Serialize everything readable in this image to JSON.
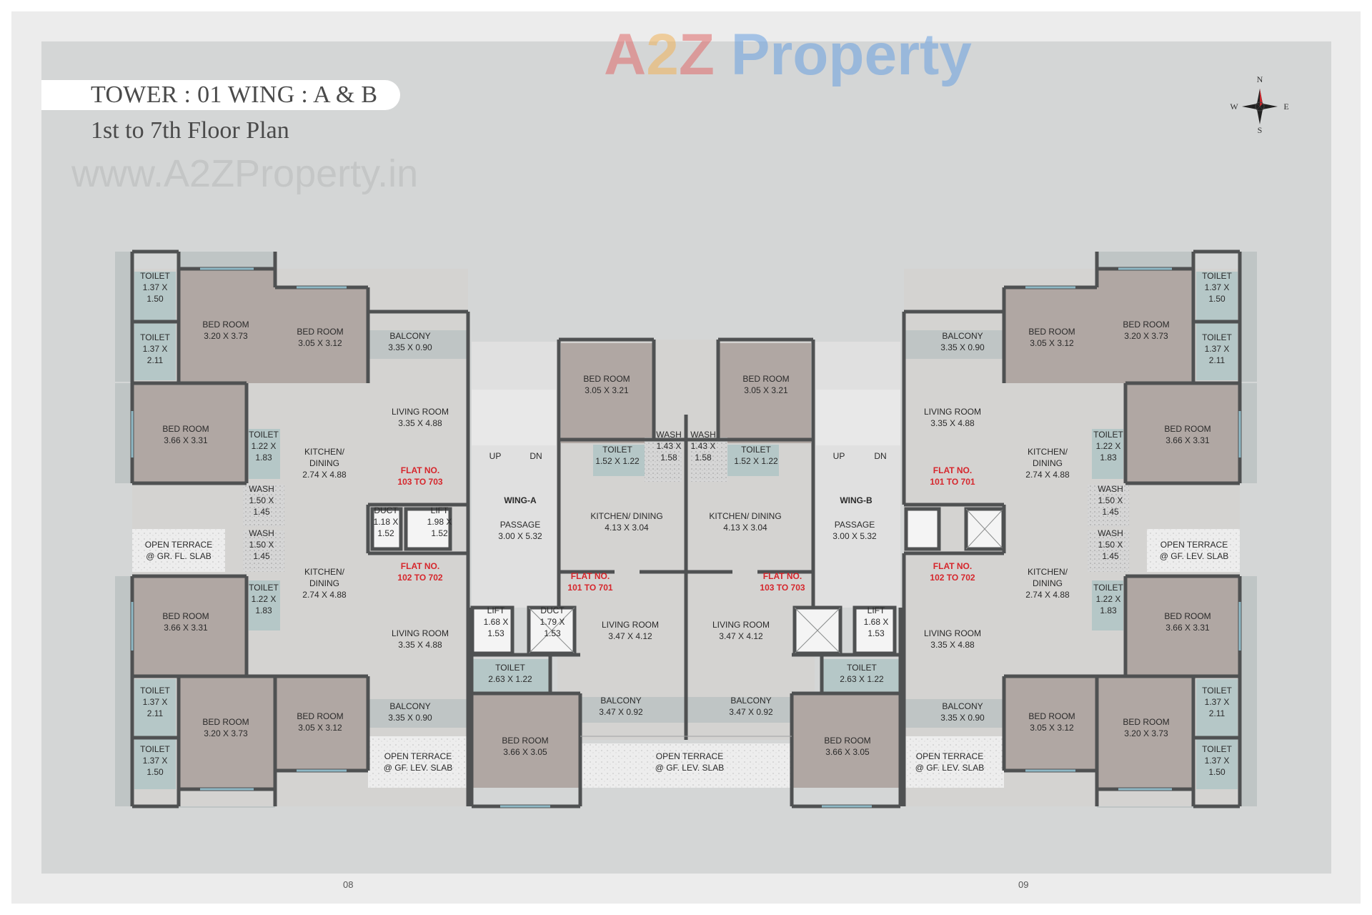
{
  "title": {
    "tower": "TOWER : 01 WING : A & B",
    "floor": "1st to 7th Floor Plan"
  },
  "watermark": {
    "url": "www.A2ZProperty.in",
    "logo": [
      "A",
      "2",
      "Z ",
      "Property"
    ]
  },
  "compass": {
    "n": "N",
    "s": "S",
    "e": "E",
    "w": "W"
  },
  "page_numbers": {
    "left": "08",
    "right": "09"
  },
  "colors": {
    "room": "#b0a7a3",
    "wet": "#b5c7c7",
    "wall": "#4f5152",
    "floor": "#d4d3d1",
    "flat_label": "#d6262c"
  },
  "wings": {
    "a": "WING-A",
    "b": "WING-B"
  },
  "stairs": {
    "up": "UP",
    "dn": "DN"
  },
  "rooms": [
    {
      "id": "A1",
      "lines": [
        "TOILET",
        "1.37 X",
        "1.50"
      ]
    },
    {
      "id": "A2",
      "lines": [
        "TOILET",
        "1.37 X",
        "2.11"
      ]
    },
    {
      "id": "A3",
      "lines": [
        "BED ROOM",
        "3.20 X 3.73"
      ]
    },
    {
      "id": "A4",
      "lines": [
        "BED ROOM",
        "3.05 X 3.12"
      ]
    },
    {
      "id": "A5",
      "lines": [
        "BALCONY",
        "3.35 X 0.90"
      ]
    },
    {
      "id": "A6",
      "lines": [
        "LIVING ROOM",
        "3.35 X 4.88"
      ]
    },
    {
      "id": "A7",
      "lines": [
        "BED ROOM",
        "3.66 X 3.31"
      ]
    },
    {
      "id": "A8",
      "lines": [
        "TOILET",
        "1.22 X",
        "1.83"
      ]
    },
    {
      "id": "A9",
      "lines": [
        "KITCHEN/",
        "DINING",
        "2.74 X 4.88"
      ]
    },
    {
      "id": "A10",
      "lines": [
        "WASH",
        "1.50 X",
        "1.45"
      ]
    },
    {
      "id": "A11",
      "lines": [
        "WASH",
        "1.50 X",
        "1.45"
      ]
    },
    {
      "id": "A12",
      "lines": [
        "OPEN TERRACE",
        "@ GR. FL. SLAB"
      ]
    },
    {
      "id": "A13",
      "lines": [
        "DUCT",
        "1.18 X",
        "1.52"
      ]
    },
    {
      "id": "A14",
      "lines": [
        "LIFT",
        "1.98 X",
        "1.52"
      ]
    },
    {
      "id": "A15",
      "lines": [
        "KITCHEN/",
        "DINING",
        "2.74 X 4.88"
      ]
    },
    {
      "id": "A16",
      "lines": [
        "BED ROOM",
        "3.66 X 3.31"
      ]
    },
    {
      "id": "A17",
      "lines": [
        "TOILET",
        "1.22 X",
        "1.83"
      ]
    },
    {
      "id": "A18",
      "lines": [
        "LIVING ROOM",
        "3.35 X 4.88"
      ]
    },
    {
      "id": "A19",
      "lines": [
        "TOILET",
        "1.37 X",
        "2.11"
      ]
    },
    {
      "id": "A20",
      "lines": [
        "TOILET",
        "1.37 X",
        "1.50"
      ]
    },
    {
      "id": "A21",
      "lines": [
        "BED ROOM",
        "3.20 X 3.73"
      ]
    },
    {
      "id": "A22",
      "lines": [
        "BED ROOM",
        "3.05 X 3.12"
      ]
    },
    {
      "id": "A23",
      "lines": [
        "BALCONY",
        "3.35 X 0.90"
      ]
    },
    {
      "id": "A24",
      "lines": [
        "OPEN TERRACE",
        "@ GF. LEV. SLAB"
      ]
    },
    {
      "id": "C1",
      "lines": [
        "PASSAGE",
        "3.00 X 5.32"
      ]
    },
    {
      "id": "C2",
      "lines": [
        "BED ROOM",
        "3.05 X 3.21"
      ]
    },
    {
      "id": "C3",
      "lines": [
        "TOILET",
        "1.52 X 1.22"
      ]
    },
    {
      "id": "C4",
      "lines": [
        "WASH",
        "1.43 X",
        "1.58"
      ]
    },
    {
      "id": "C5",
      "lines": [
        "KITCHEN/ DINING",
        "4.13 X 3.04"
      ]
    },
    {
      "id": "C6",
      "lines": [
        "LIVING ROOM",
        "3.47 X 4.12"
      ]
    },
    {
      "id": "C7",
      "lines": [
        "LIFT",
        "1.68 X",
        "1.53"
      ]
    },
    {
      "id": "C8",
      "lines": [
        "DUCT",
        "1.79 X",
        "1.53"
      ]
    },
    {
      "id": "C9",
      "lines": [
        "TOILET",
        "2.63 X 1.22"
      ]
    },
    {
      "id": "C10",
      "lines": [
        "BED ROOM",
        "3.66 X 3.05"
      ]
    },
    {
      "id": "C11",
      "lines": [
        "BALCONY",
        "3.47 X 0.92"
      ]
    },
    {
      "id": "C12",
      "lines": [
        "OPEN TERRACE",
        "@ GF. LEV. SLAB"
      ]
    },
    {
      "id": "D1",
      "lines": [
        "BED ROOM",
        "3.05 X 3.21"
      ]
    },
    {
      "id": "D2",
      "lines": [
        "WASH",
        "1.43 X",
        "1.58"
      ]
    },
    {
      "id": "D3",
      "lines": [
        "TOILET",
        "1.52 X 1.22"
      ]
    },
    {
      "id": "D4",
      "lines": [
        "KITCHEN/ DINING",
        "4.13 X 3.04"
      ]
    },
    {
      "id": "D5",
      "lines": [
        "LIVING ROOM",
        "3.47 X 4.12"
      ]
    },
    {
      "id": "D6",
      "lines": [
        "BALCONY",
        "3.47 X 0.92"
      ]
    },
    {
      "id": "D7",
      "lines": [
        "PASSAGE",
        "3.00 X 5.32"
      ]
    },
    {
      "id": "D8",
      "lines": [
        "LIFT",
        "1.68 X",
        "1.53"
      ]
    },
    {
      "id": "D9",
      "lines": [
        "TOILET",
        "2.63 X 1.22"
      ]
    },
    {
      "id": "D10",
      "lines": [
        "BED ROOM",
        "3.66 X 3.05"
      ]
    },
    {
      "id": "B1",
      "lines": [
        "TOILET",
        "1.37 X",
        "1.50"
      ]
    },
    {
      "id": "B2",
      "lines": [
        "TOILET",
        "1.37 X",
        "2.11"
      ]
    },
    {
      "id": "B3",
      "lines": [
        "BED ROOM",
        "3.20 X 3.73"
      ]
    },
    {
      "id": "B4",
      "lines": [
        "BED ROOM",
        "3.05 X 3.12"
      ]
    },
    {
      "id": "B5",
      "lines": [
        "BALCONY",
        "3.35 X 0.90"
      ]
    },
    {
      "id": "B6",
      "lines": [
        "LIVING ROOM",
        "3.35 X 4.88"
      ]
    },
    {
      "id": "B7",
      "lines": [
        "BED ROOM",
        "3.66 X 3.31"
      ]
    },
    {
      "id": "B8",
      "lines": [
        "TOILET",
        "1.22 X",
        "1.83"
      ]
    },
    {
      "id": "B9",
      "lines": [
        "KITCHEN/",
        "DINING",
        "2.74 X 4.88"
      ]
    },
    {
      "id": "B10",
      "lines": [
        "WASH",
        "1.50 X",
        "1.45"
      ]
    },
    {
      "id": "B11",
      "lines": [
        "WASH",
        "1.50 X",
        "1.45"
      ]
    },
    {
      "id": "B12",
      "lines": [
        "OPEN TERRACE",
        "@ GF. LEV. SLAB"
      ]
    },
    {
      "id": "B13",
      "lines": [
        "KITCHEN/",
        "DINING",
        "2.74 X 4.88"
      ]
    },
    {
      "id": "B14",
      "lines": [
        "BED ROOM",
        "3.66 X 3.31"
      ]
    },
    {
      "id": "B15",
      "lines": [
        "TOILET",
        "1.22 X",
        "1.83"
      ]
    },
    {
      "id": "B16",
      "lines": [
        "LIVING ROOM",
        "3.35 X 4.88"
      ]
    },
    {
      "id": "B17",
      "lines": [
        "TOILET",
        "1.37 X",
        "2.11"
      ]
    },
    {
      "id": "B18",
      "lines": [
        "TOILET",
        "1.37 X",
        "1.50"
      ]
    },
    {
      "id": "B19",
      "lines": [
        "BED ROOM",
        "3.20 X 3.73"
      ]
    },
    {
      "id": "B20",
      "lines": [
        "BED ROOM",
        "3.05 X 3.12"
      ]
    },
    {
      "id": "B21",
      "lines": [
        "BALCONY",
        "3.35 X 0.90"
      ]
    },
    {
      "id": "B22",
      "lines": [
        "OPEN TERRACE",
        "@ GF. LEV. SLAB"
      ]
    }
  ],
  "flats": [
    {
      "id": "F1",
      "lines": [
        "FLAT NO.",
        "103 TO 703"
      ]
    },
    {
      "id": "F2",
      "lines": [
        "FLAT NO.",
        "102 TO 702"
      ]
    },
    {
      "id": "F3",
      "lines": [
        "FLAT NO.",
        "101 TO 701"
      ]
    },
    {
      "id": "F4",
      "lines": [
        "FLAT NO.",
        "103 TO 703"
      ]
    },
    {
      "id": "F5",
      "lines": [
        "FLAT NO.",
        "101 TO 701"
      ]
    },
    {
      "id": "F6",
      "lines": [
        "FLAT NO.",
        "102 TO 702"
      ]
    }
  ]
}
